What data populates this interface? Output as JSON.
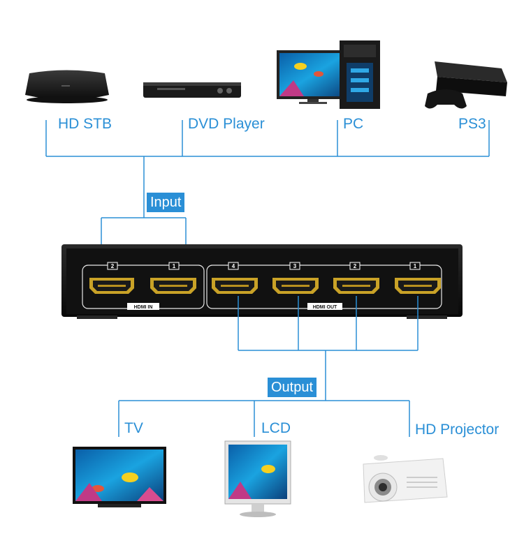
{
  "sources": [
    {
      "label": "HD STB",
      "icon": "set-top-box-icon"
    },
    {
      "label": "DVD Player",
      "icon": "dvd-player-icon"
    },
    {
      "label": "PC",
      "icon": "desktop-pc-icon"
    },
    {
      "label": "PS3",
      "icon": "game-console-icon"
    }
  ],
  "input_tag": "Input",
  "output_tag": "Output",
  "device": {
    "input_group_label": "HDMI IN",
    "output_group_label": "HDMI OUT",
    "input_ports": [
      "2",
      "1"
    ],
    "output_ports": [
      "4",
      "3",
      "2",
      "1"
    ]
  },
  "displays": [
    {
      "label": "TV",
      "icon": "tv-icon"
    },
    {
      "label": "LCD",
      "icon": "lcd-monitor-icon"
    },
    {
      "label": "HD Projector",
      "icon": "projector-icon"
    }
  ],
  "colors": {
    "line": "#2a8fd6",
    "tag_bg": "#2a8fd6",
    "device_body": "#121212",
    "port_gold": "#c9a227"
  }
}
